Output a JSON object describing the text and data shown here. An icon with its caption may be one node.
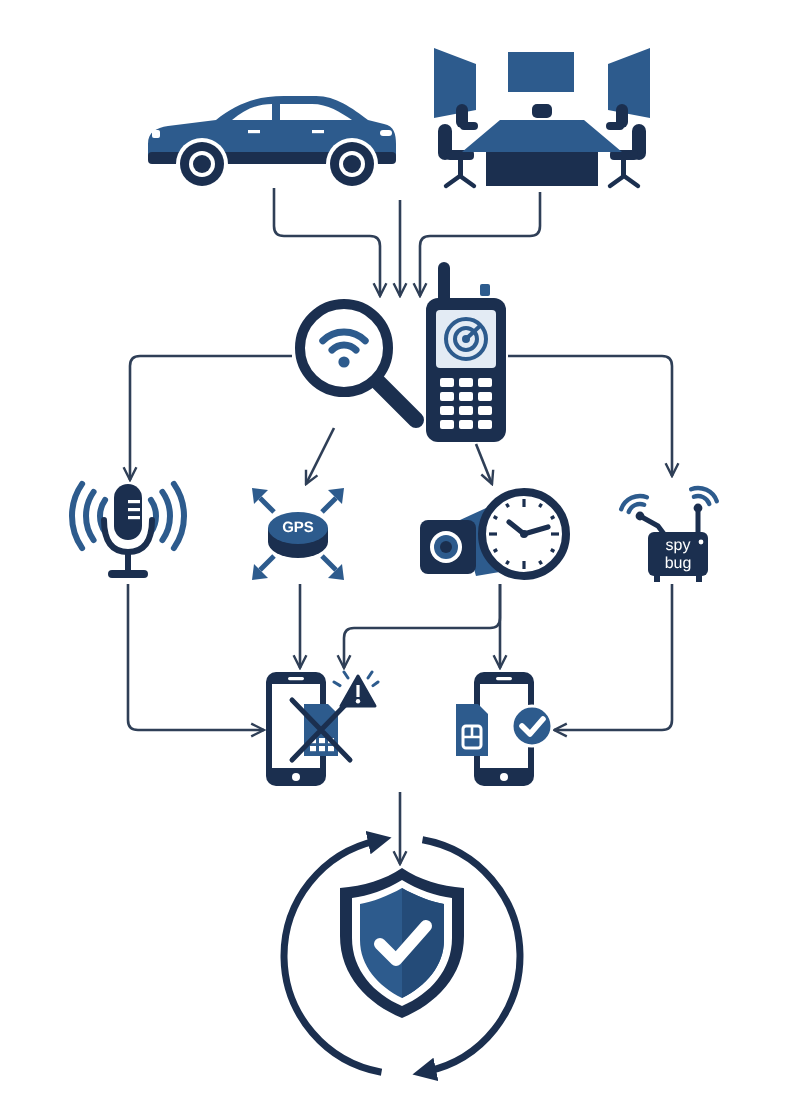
{
  "diagram": {
    "nodes": [
      {
        "text": [],
        "shape": "picture"
      },
      {
        "text": [],
        "shape": "picture"
      },
      {
        "text": [],
        "shape": "picture"
      },
      {
        "text": [],
        "shape": "picture"
      },
      {
        "text": [],
        "shape": "picture"
      },
      {
        "text": [
          "GPS"
        ]
      },
      {
        "text": [],
        "shape": "picture"
      },
      {
        "text": [
          "spy bug"
        ]
      },
      {
        "text": [],
        "shape": "picture"
      },
      {
        "text": [],
        "shape": "picture"
      },
      {
        "text": [],
        "shape": "picture"
      }
    ],
    "edges": [
      {
        "from": 0,
        "to": 2,
        "arrow": "to"
      },
      {
        "from": null,
        "to": 2,
        "arrow": "to"
      },
      {
        "from": 1,
        "to": 2,
        "arrow": "to"
      },
      {
        "from": 2,
        "to": 4,
        "arrow": "to"
      },
      {
        "from": 2,
        "to": 5,
        "arrow": "to"
      },
      {
        "from": 3,
        "to": 6,
        "arrow": "to"
      },
      {
        "from": 3,
        "to": 7,
        "arrow": "to"
      },
      {
        "from": 4,
        "to": 8,
        "arrow": "to"
      },
      {
        "from": 5,
        "to": 8,
        "arrow": "to"
      },
      {
        "from": 6,
        "to": 9,
        "arrow": "to"
      },
      {
        "from": 6,
        "to": 8,
        "arrow": "to"
      },
      {
        "from": 7,
        "to": 9,
        "arrow": "to"
      },
      {
        "from": null,
        "to": 10,
        "arrow": "to"
      }
    ]
  }
}
